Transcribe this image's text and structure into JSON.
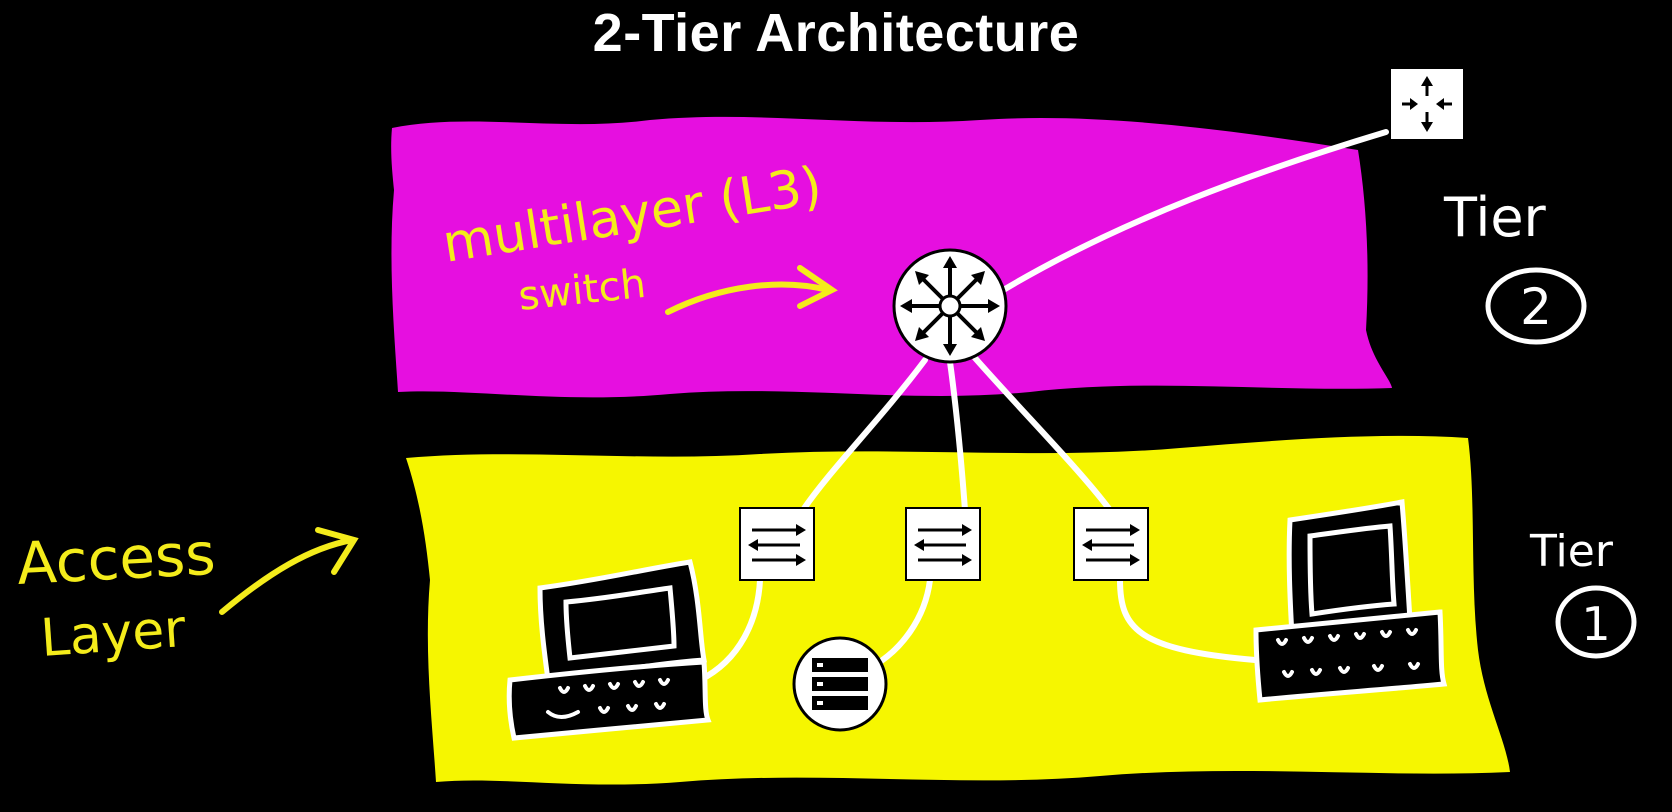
{
  "title": "2-Tier Architecture",
  "annotations": {
    "multilayer_line1": "multilayer (L3)",
    "multilayer_line2": "switch",
    "access_line1": "Access",
    "access_line2": "Layer",
    "tier2_word": "Tier",
    "tier2_number": "2",
    "tier1_word": "Tier",
    "tier1_number": "1"
  },
  "colors": {
    "background": "#000000",
    "distribution_band": "#e60fe0",
    "access_band": "#f6f600",
    "handwriting_yellow": "#f4ec1b",
    "handwriting_white": "#ffffff"
  },
  "nodes": [
    {
      "id": "multilayer-switch",
      "icon": "multilayer-switch-icon",
      "tier": 2
    },
    {
      "id": "router",
      "icon": "router-icon",
      "tier": 2
    },
    {
      "id": "switch-1",
      "icon": "switch-icon",
      "tier": 1
    },
    {
      "id": "switch-2",
      "icon": "switch-icon",
      "tier": 1
    },
    {
      "id": "switch-3",
      "icon": "switch-icon",
      "tier": 1
    },
    {
      "id": "pc-left",
      "icon": "computer-icon",
      "tier": 1
    },
    {
      "id": "server",
      "icon": "server-icon",
      "tier": 1
    },
    {
      "id": "pc-right",
      "icon": "computer-icon",
      "tier": 1
    }
  ],
  "links": [
    [
      "multilayer-switch",
      "router"
    ],
    [
      "multilayer-switch",
      "switch-1"
    ],
    [
      "multilayer-switch",
      "switch-2"
    ],
    [
      "multilayer-switch",
      "switch-3"
    ],
    [
      "switch-1",
      "pc-left"
    ],
    [
      "switch-2",
      "server"
    ],
    [
      "switch-3",
      "pc-right"
    ]
  ]
}
